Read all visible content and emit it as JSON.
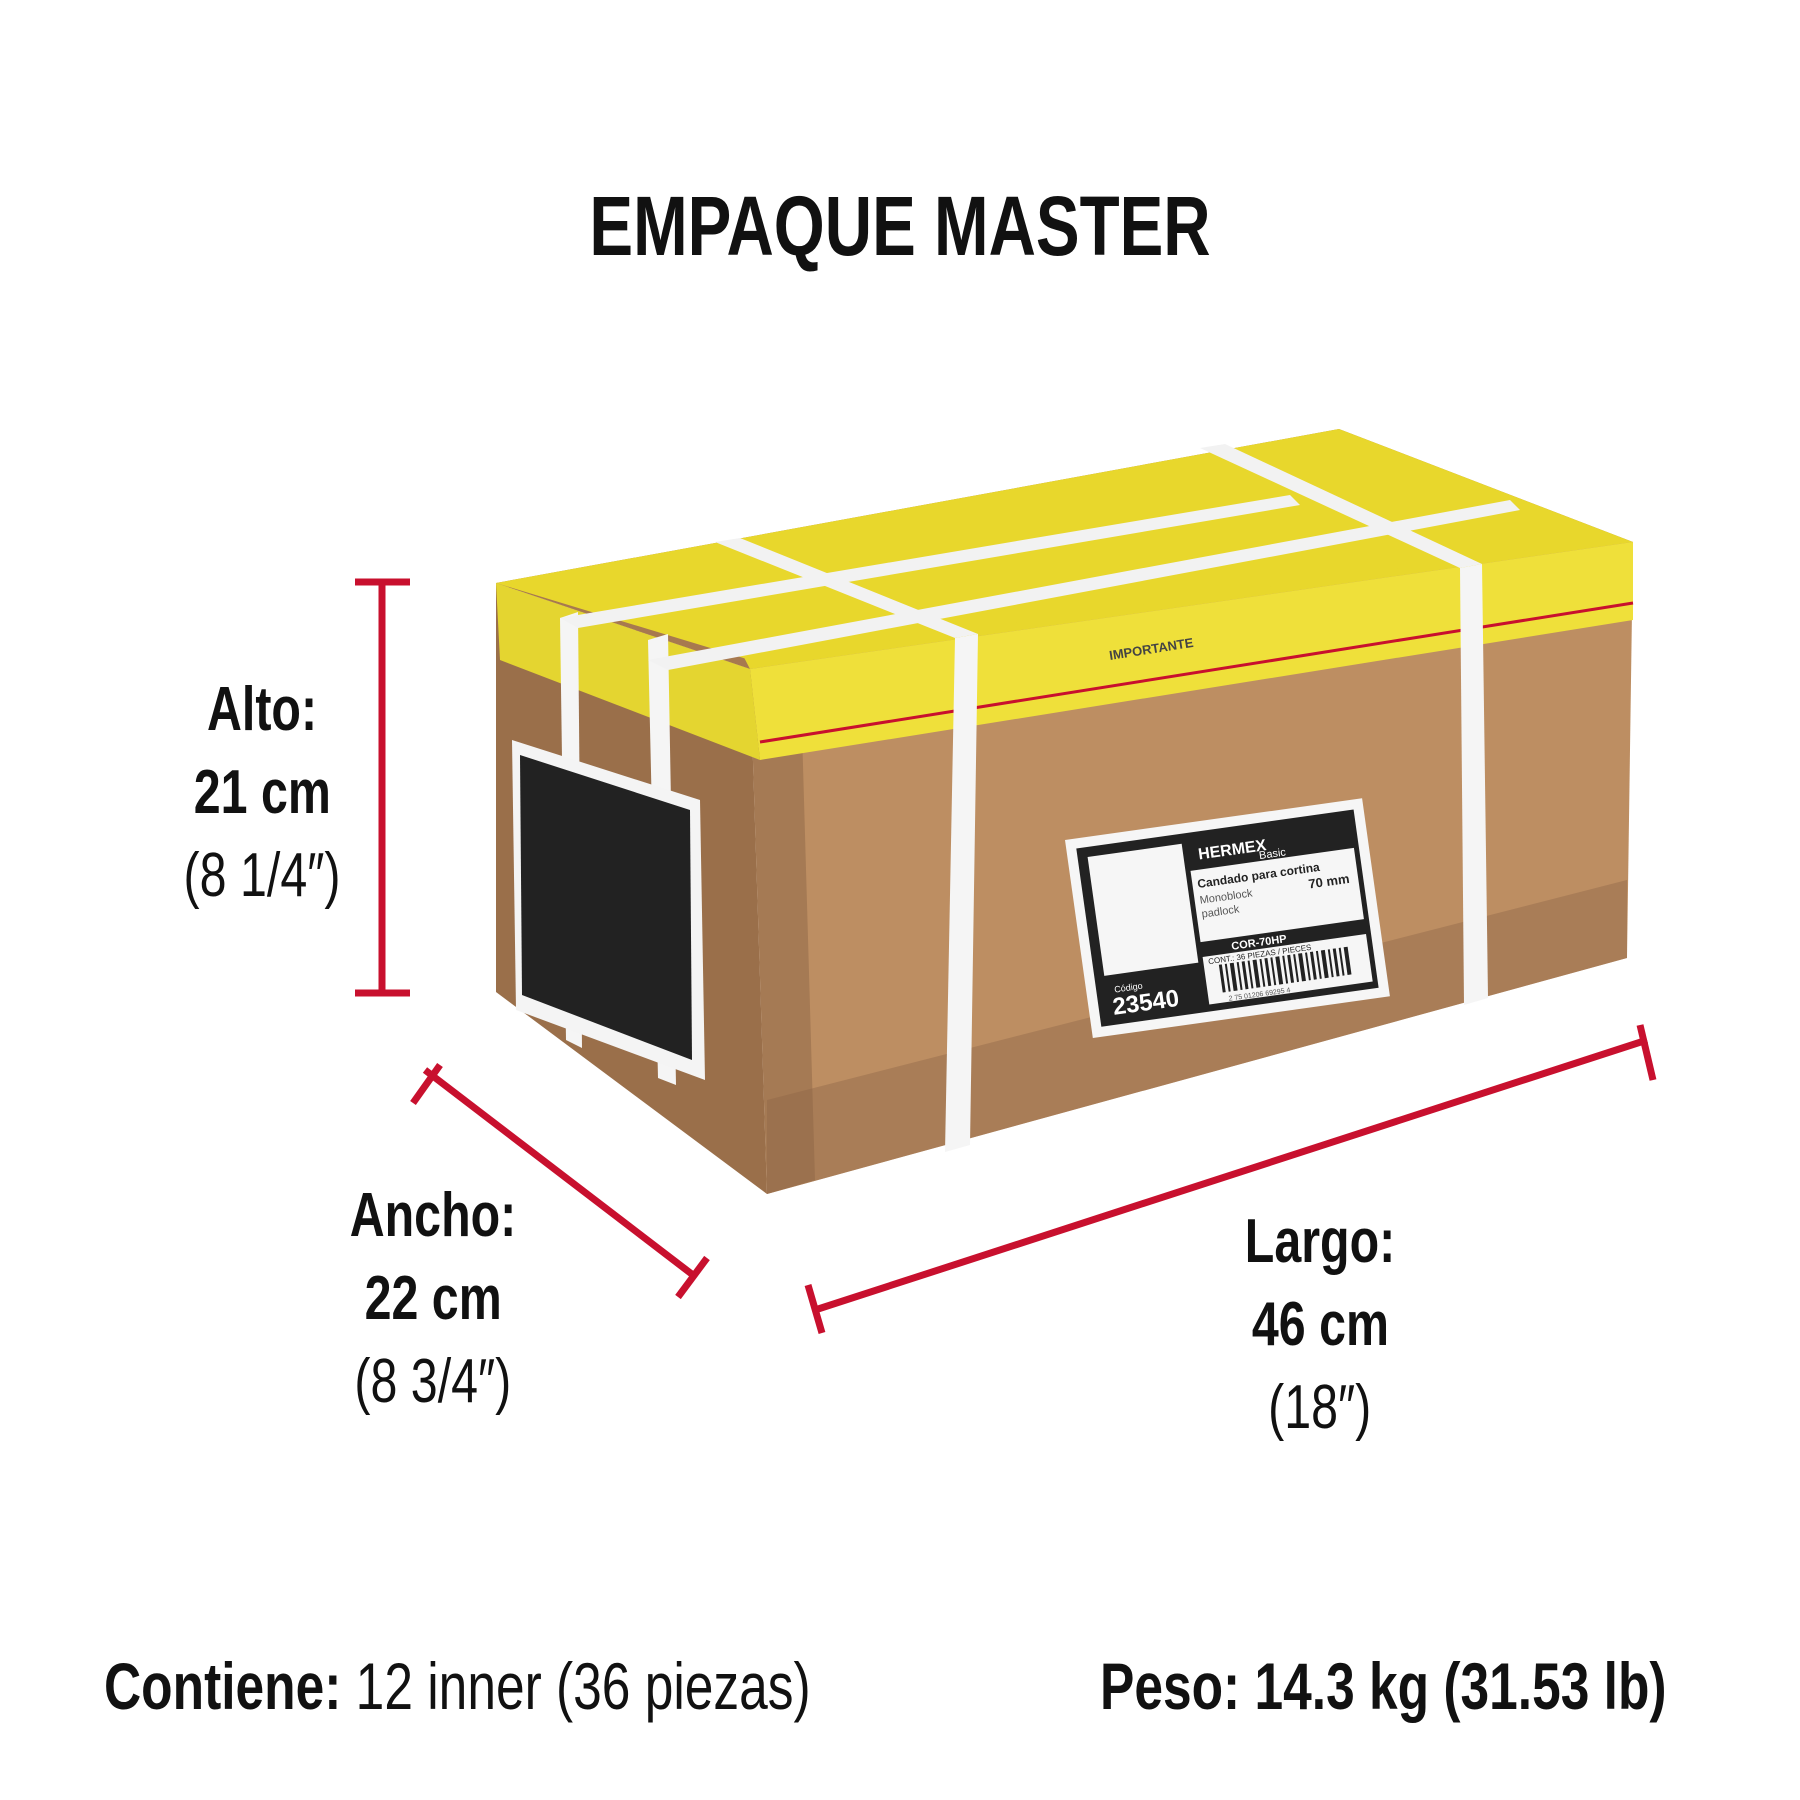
{
  "title": "EMPAQUE MASTER",
  "dimensions": {
    "alto": {
      "label": "Alto:",
      "metric": "21 cm",
      "imperial": "(8 1/4″)"
    },
    "ancho": {
      "label": "Ancho:",
      "metric": "22 cm",
      "imperial": "(8 3/4″)"
    },
    "largo": {
      "label": "Largo:",
      "metric": "46 cm",
      "imperial": "(18″)"
    }
  },
  "footer": {
    "contiene_label": "Contiene:",
    "contiene_value": "12 inner (36 piezas)",
    "peso_label": "Peso:",
    "peso_value": "14.3 kg (31.53 lb)"
  },
  "box_label": {
    "brand": "HERMEX",
    "line": "Basic",
    "product_es": "Candado para cortina",
    "product_en_1": "Monoblock",
    "product_en_2": "padlock",
    "size": "70 mm",
    "clave": "COR-70HP",
    "contenido": "CONT.: 36 PIEZAS / PIECES",
    "codigo_label": "Código",
    "codigo": "23540",
    "barcode_digits": "2 75 01206 69295 4",
    "tape_text": "IMPORTANTE"
  },
  "colors": {
    "accent": "#c8102e",
    "tape": "#f2e21c",
    "cardboard": "#b88a5e",
    "strap": "#f5f5f5"
  }
}
